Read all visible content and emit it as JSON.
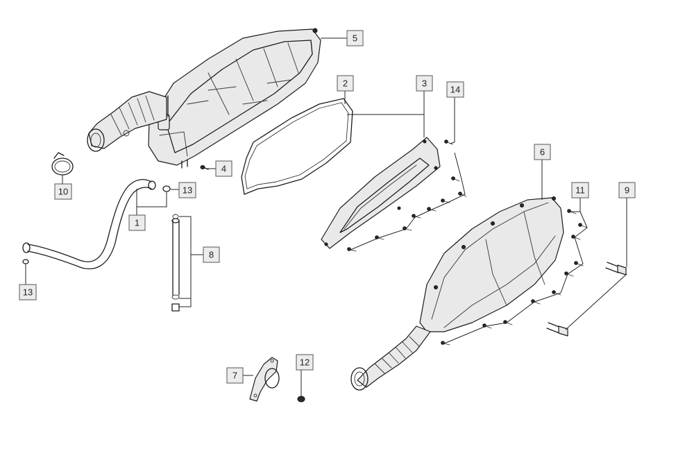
{
  "callouts": [
    {
      "id": "c1",
      "label": "1"
    },
    {
      "id": "c2",
      "label": "2"
    },
    {
      "id": "c3",
      "label": "3"
    },
    {
      "id": "c4",
      "label": "4"
    },
    {
      "id": "c5",
      "label": "5"
    },
    {
      "id": "c6",
      "label": "6"
    },
    {
      "id": "c7",
      "label": "7"
    },
    {
      "id": "c8",
      "label": "8"
    },
    {
      "id": "c9",
      "label": "9"
    },
    {
      "id": "c10",
      "label": "10"
    },
    {
      "id": "c11",
      "label": "11"
    },
    {
      "id": "c12",
      "label": "12"
    },
    {
      "id": "c13a",
      "label": "13"
    },
    {
      "id": "c13b",
      "label": "13"
    },
    {
      "id": "c14",
      "label": "14"
    }
  ]
}
